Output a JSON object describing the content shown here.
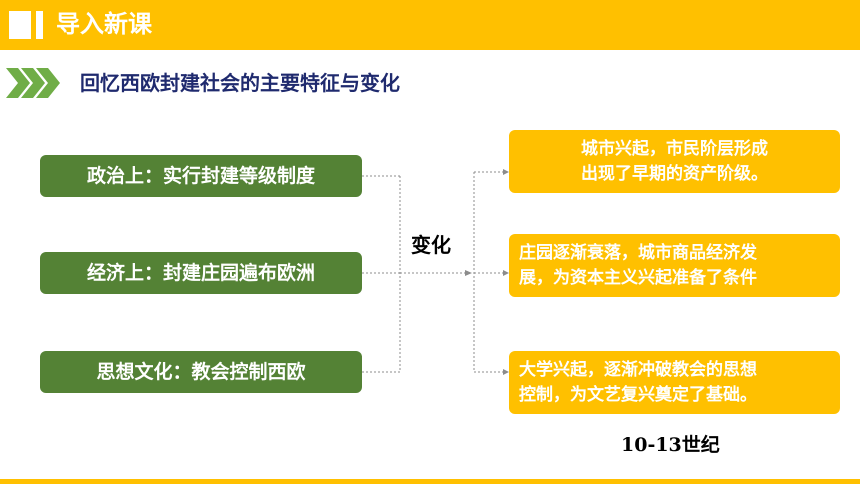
{
  "header": {
    "title": "导入新课",
    "accent_color": "#ffc000",
    "icon": "title-bar-icon"
  },
  "subtitle": {
    "text": "回忆西欧封建社会的主要特征与变化",
    "icon": "double-chevron-icon",
    "icon_color": "#70ad47"
  },
  "features": [
    {
      "label": "政治上：实行封建等级制度"
    },
    {
      "label": "经济上：封建庄园遍布欧洲"
    },
    {
      "label": "思想文化：教会控制西欧"
    }
  ],
  "change_label": "变化",
  "changes": [
    {
      "lines": [
        "城市兴起，市民阶层形成",
        "出现了早期的资产阶级。"
      ]
    },
    {
      "lines": [
        "庄园逐渐衰落，城市商品经济发",
        "展，为资本主义兴起准备了条件"
      ]
    },
    {
      "lines": [
        "大学兴起，逐渐冲破教会的思想",
        "控制，为文艺复兴奠定了基础。"
      ]
    }
  ],
  "period": "10-13世纪",
  "colors": {
    "green": "#548235",
    "orange": "#ffc000",
    "navy": "#1f2a6e"
  }
}
